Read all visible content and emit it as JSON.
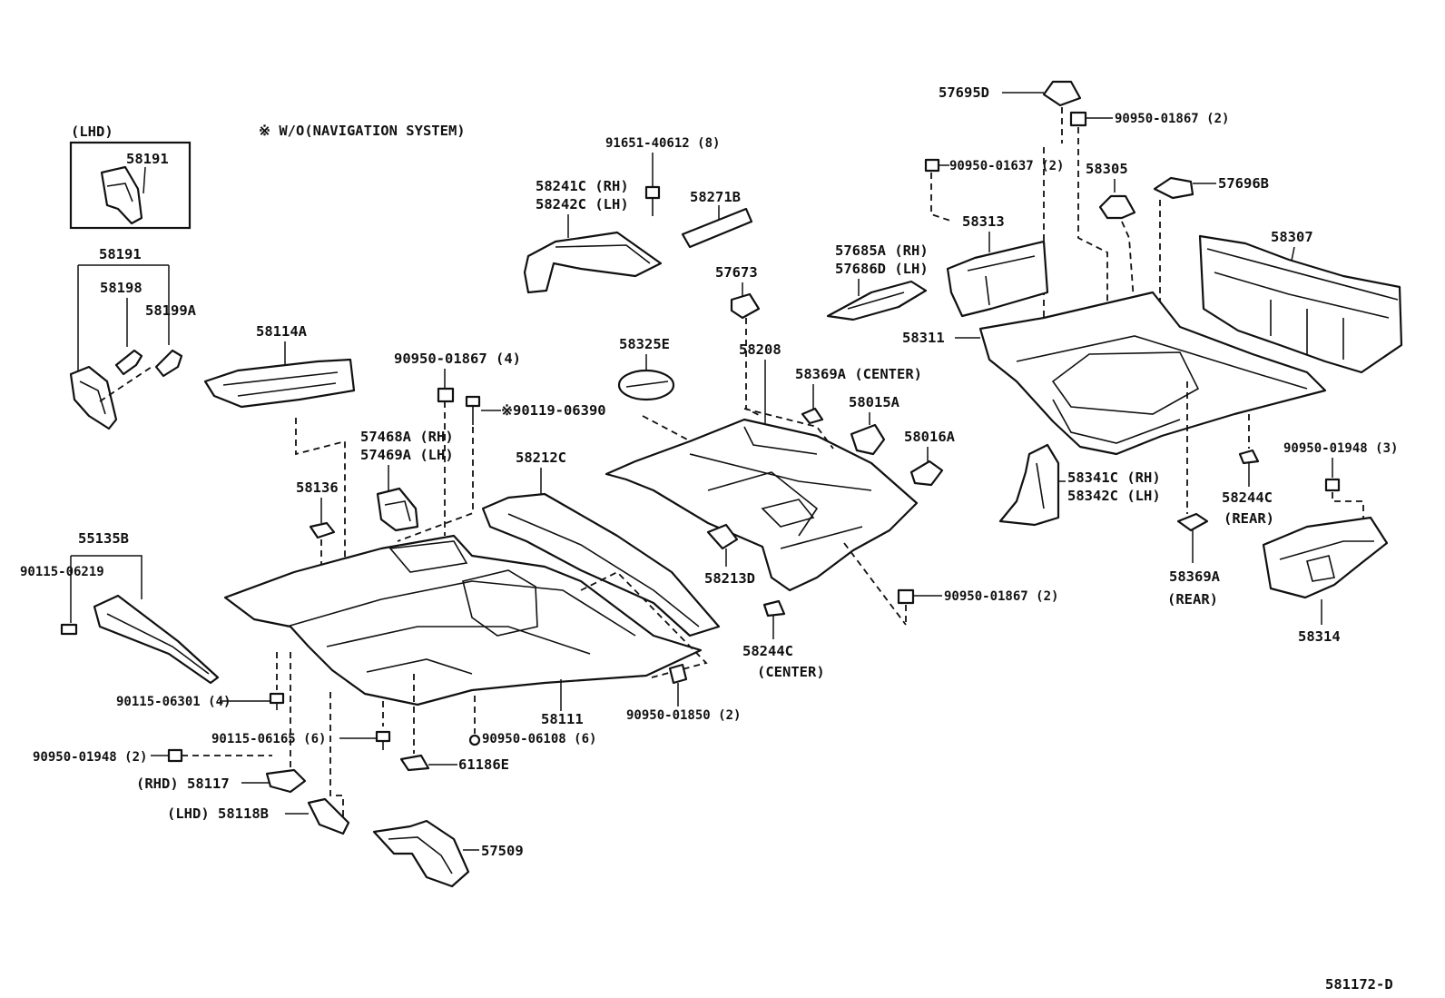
{
  "header": {
    "lhd_box_title": "(LHD)",
    "note": "※ W/O(NAVIGATION SYSTEM)"
  },
  "labels": {
    "p58191_box": "58191",
    "p58191": "58191",
    "p58198": "58198",
    "p58199A": "58199A",
    "p58114A": "58114A",
    "p90950_01867_4": "90950-01867 (4)",
    "p90119_06390": "※90119-06390",
    "p57468A": "57468A (RH)",
    "p57469A": "57469A (LH)",
    "p58136": "58136",
    "p55135B": "55135B",
    "p90115_06219": "90115-06219",
    "p90115_06301": "90115-06301 (4)",
    "p90115_06165": "90115-06165 (6)",
    "p90950_01948_2": "90950-01948 (2)",
    "p58117": "(RHD) 58117",
    "p58118B": "(LHD) 58118B",
    "p57509": "57509",
    "p61186E": "61186E",
    "p90950_06108": "90950-06108 (6)",
    "p58111": "58111",
    "p58212C": "58212C",
    "p90950_01850": "90950-01850 (2)",
    "p91651_40612": "91651-40612 (8)",
    "p58241C": "58241C (RH)",
    "p58242C": "58242C (LH)",
    "p58271B": "58271B",
    "p57673": "57673",
    "p58325E": "58325E",
    "p58208": "58208",
    "p58369A_center": "58369A (CENTER)",
    "p58015A": "58015A",
    "p58016A": "58016A",
    "p58213D": "58213D",
    "p58244C_center_num": "58244C",
    "p58244C_center_sub": "(CENTER)",
    "p90950_01867_2b": "90950-01867 (2)",
    "p57685A": "57685A (RH)",
    "p57686D": "57686D (LH)",
    "p57695D": "57695D",
    "p90950_01867_2a": "90950-01867 (2)",
    "p90950_01637": "90950-01637 (2)",
    "p58305": "58305",
    "p57696B": "57696B",
    "p58313": "58313",
    "p58307": "58307",
    "p58311": "58311",
    "p58341C": "58341C (RH)",
    "p58342C": "58342C (LH)",
    "p90950_01948_3": "90950-01948 (3)",
    "p58244C_rear_num": "58244C",
    "p58244C_rear_sub": "(REAR)",
    "p58369A_rear_num": "58369A",
    "p58369A_rear_sub": "(REAR)",
    "p58314": "58314",
    "diagram_id": "581172-D"
  }
}
